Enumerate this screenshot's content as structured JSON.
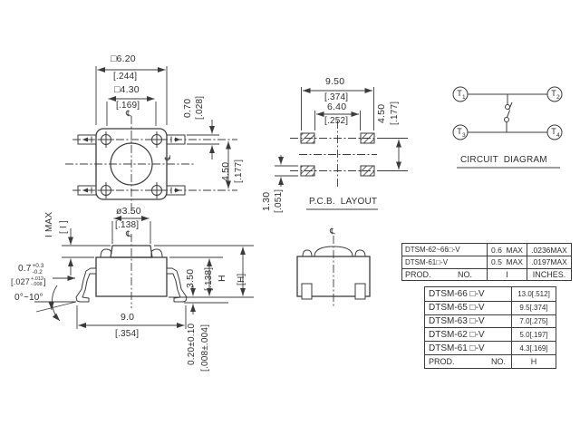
{
  "top_view": {
    "width_mm": "□6.20",
    "width_in": "[.244]",
    "inner_mm": "□4.30",
    "inner_in": "[.169]",
    "pin_mm": "0.70",
    "pin_in": "[.028]",
    "pitch_mm": "4.50",
    "pitch_in": "[.177]",
    "centerline": "℄"
  },
  "pcb_layout": {
    "title": "P.C.B.  LAYOUT",
    "outer_mm": "9.50",
    "outer_in": "[.374]",
    "inner_mm": "6.40",
    "inner_in": "[.252]",
    "row_mm": "4.50",
    "row_in": "[.177]",
    "pad_mm": "1.30",
    "pad_in": "[.051]"
  },
  "circuit": {
    "title": "CIRCUIT  DIAGRAM",
    "terminals": [
      {
        "t": "T",
        "n": "1"
      },
      {
        "t": "T",
        "n": "2"
      },
      {
        "t": "T",
        "n": "3"
      },
      {
        "t": "T",
        "n": "4"
      }
    ]
  },
  "side_view": {
    "actuator_mm": "ø3.50",
    "actuator_in": "[.138]",
    "travel_label": "I MAX",
    "travel_bracket": "[ I ]",
    "tol_mm_base": "0.7",
    "tol_mm_plus": "+0.3",
    "tol_mm_minus": "-0.2",
    "tol_in_open": "[.027",
    "tol_in_plus": "+.012",
    "tol_in_minus": "-.008",
    "tol_in_close": "]",
    "angle": "0°~10°",
    "base_mm": "9.0",
    "base_in": "[.354]",
    "body_mm": "3.50",
    "body_in": "[.138]",
    "height_label": "H",
    "height_bracket": "[H]",
    "standoff_mm": "0.20±0.10",
    "standoff_in": "[.008±.004]",
    "centerline": "℄"
  },
  "front_view": {
    "centerline": "℄"
  },
  "travel_table": {
    "rows": [
      {
        "model": "DTSM-62~66□-V",
        "mm": "0.6  MAX",
        "inch": ".0236MAX"
      },
      {
        "model": "DTSM-61□-V",
        "mm": "0.5  MAX",
        "inch": ".0197MAX"
      }
    ],
    "footer": {
      "prod": "PROD.",
      "no": "NO.",
      "col": "I",
      "unit": "INCHES."
    }
  },
  "height_table": {
    "rows": [
      {
        "model": "DTSM-66 □-V",
        "value": "13.0[.512]"
      },
      {
        "model": "DTSM-65 □-V",
        "value": "9.5[.374]"
      },
      {
        "model": "DTSM-63 □-V",
        "value": "7.0[.275]"
      },
      {
        "model": "DTSM-62 □-V",
        "value": "5.0[.197]"
      },
      {
        "model": "DTSM-61 □-V",
        "value": "4.3[.169]"
      }
    ],
    "footer": {
      "prod": "PROD.",
      "no": "NO.",
      "col": "H"
    }
  }
}
